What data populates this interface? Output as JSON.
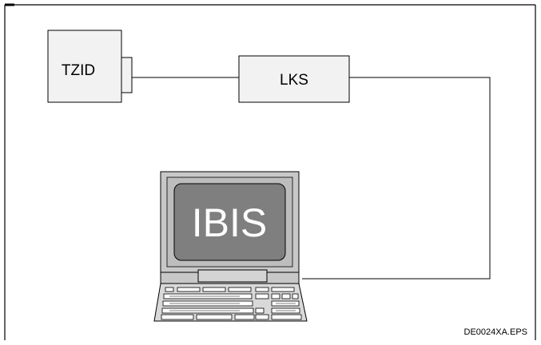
{
  "diagram": {
    "nodes": {
      "tzid": {
        "label": "TZID"
      },
      "lks": {
        "label": "LKS"
      },
      "computer": {
        "screen_label": "IBIS"
      }
    },
    "reference": "DE0024XA.EPS"
  },
  "colors": {
    "box_fill": "#f2f2f2",
    "stroke": "#000000",
    "monitor_body": "#c8c8c8",
    "screen": "#7f7f7f",
    "keyboard": "#d9d9d9"
  }
}
